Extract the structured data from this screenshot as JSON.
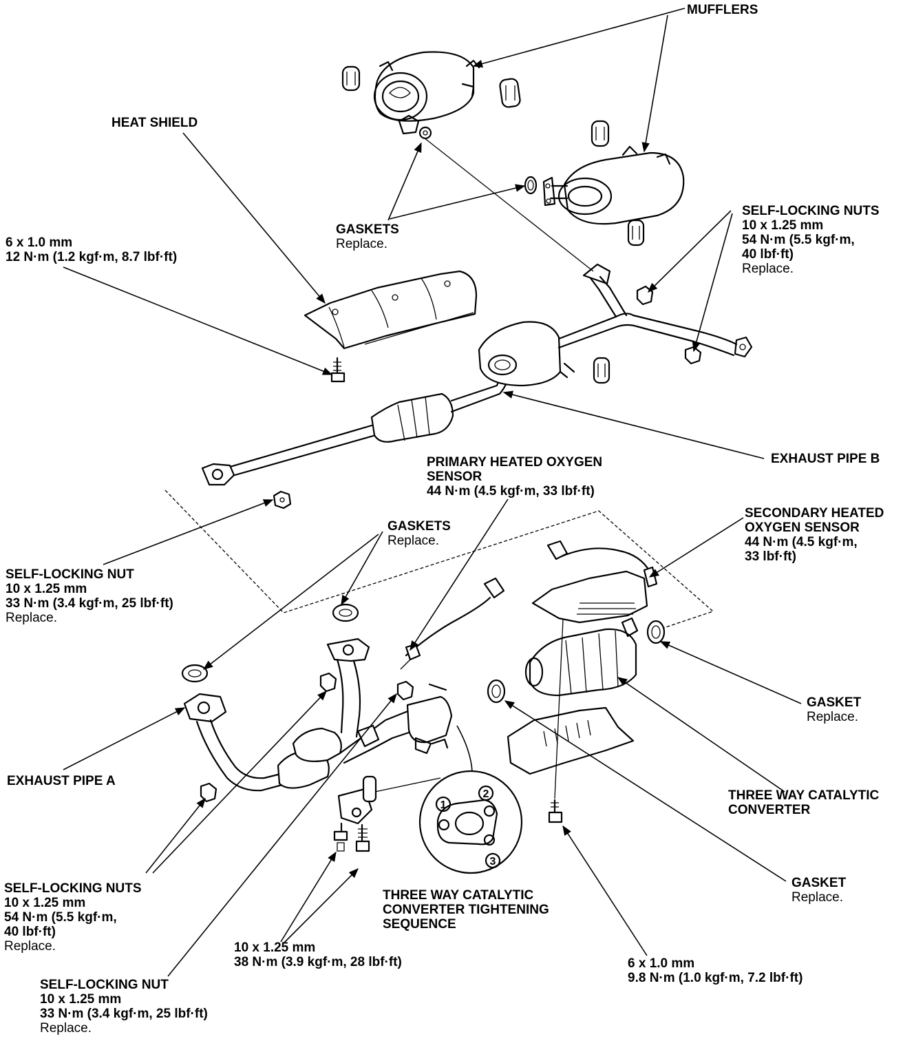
{
  "labels": {
    "mufflers": {
      "lines": [
        "MUFFLERS"
      ]
    },
    "heat_shield": {
      "lines": [
        "HEAT SHIELD"
      ]
    },
    "bolt_6x10_top": {
      "lines": [
        "6 x 1.0 mm",
        "12 N·m (1.2 kgf·m, 8.7 lbf·ft)"
      ]
    },
    "gaskets_top": {
      "lines": [
        "GASKETS"
      ],
      "note": "Replace."
    },
    "self_locking_nuts_right": {
      "lines": [
        "SELF-LOCKING NUTS",
        "10 x 1.25 mm",
        "54 N·m (5.5 kgf·m,",
        "40 lbf·ft)"
      ],
      "note": "Replace."
    },
    "exhaust_pipe_b": {
      "lines": [
        "EXHAUST PIPE B"
      ]
    },
    "primary_sensor": {
      "lines": [
        "PRIMARY HEATED OXYGEN",
        "SENSOR",
        "44 N·m (4.5 kgf·m, 33 lbf·ft)"
      ]
    },
    "secondary_sensor": {
      "lines": [
        "SECONDARY HEATED",
        "OXYGEN SENSOR",
        "44 N·m (4.5 kgf·m,",
        "33 lbf·ft)"
      ]
    },
    "gaskets_mid": {
      "lines": [
        "GASKETS"
      ],
      "note": "Replace."
    },
    "self_locking_nut_left": {
      "lines": [
        "SELF-LOCKING NUT",
        "10 x 1.25 mm",
        "33 N·m (3.4 kgf·m, 25 lbf·ft)"
      ],
      "note": "Replace."
    },
    "gasket_right": {
      "lines": [
        "GASKET"
      ],
      "note": "Replace."
    },
    "exhaust_pipe_a": {
      "lines": [
        "EXHAUST PIPE A"
      ]
    },
    "three_way_converter": {
      "lines": [
        "THREE WAY CATALYTIC",
        "CONVERTER"
      ]
    },
    "gasket_lower_right": {
      "lines": [
        "GASKET"
      ],
      "note": "Replace."
    },
    "self_locking_nuts_left": {
      "lines": [
        "SELF-LOCKING NUTS",
        "10 x 1.25 mm",
        "54 N·m (5.5 kgf·m,",
        "40 lbf·ft)"
      ],
      "note": "Replace."
    },
    "tightening_sequence": {
      "lines": [
        "THREE WAY CATALYTIC",
        "CONVERTER TIGHTENING",
        "SEQUENCE"
      ]
    },
    "bolt_10x125": {
      "lines": [
        "10 x 1.25 mm",
        "38 N·m (3.9 kgf·m, 28 lbf·ft)"
      ]
    },
    "bolt_6x10_bottom": {
      "lines": [
        "6 x 1.0 mm",
        "9.8 N·m (1.0 kgf·m, 7.2 lbf·ft)"
      ]
    },
    "self_locking_nut_bottom": {
      "lines": [
        "SELF-LOCKING NUT",
        "10 x 1.25 mm",
        "33 N·m (3.4 kgf·m, 25 lbf·ft)"
      ],
      "note": "Replace."
    }
  },
  "sequence_numbers": [
    "1",
    "2",
    "3"
  ]
}
